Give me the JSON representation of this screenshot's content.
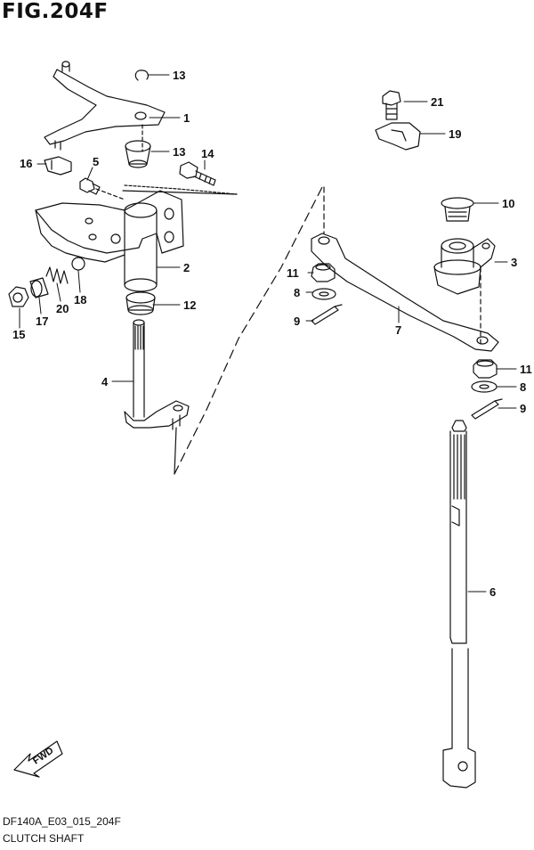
{
  "header": {
    "title": "FIG.204F"
  },
  "footer": {
    "model_code": "DF140A_E03_015_204F",
    "caption": "CLUTCH SHAFT"
  },
  "direction": {
    "label": "FWD"
  },
  "callouts": {
    "c1": "1",
    "c2": "2",
    "c3": "3",
    "c4": "4",
    "c5": "5",
    "c6": "6",
    "c7": "7",
    "c8a": "8",
    "c8b": "8",
    "c9a": "9",
    "c9b": "9",
    "c10": "10",
    "c11a": "11",
    "c11b": "11",
    "c12": "12",
    "c13a": "13",
    "c13b": "13",
    "c14": "14",
    "c15": "15",
    "c16": "16",
    "c17": "17",
    "c18": "18",
    "c19": "19",
    "c20": "20",
    "c21": "21"
  }
}
